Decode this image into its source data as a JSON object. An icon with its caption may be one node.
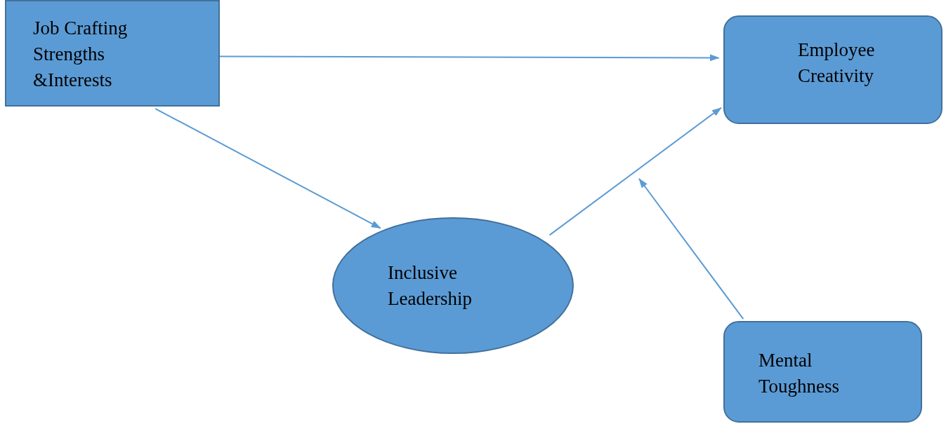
{
  "diagram": {
    "nodes": [
      {
        "text": [
          "Job Crafting Strengths &Interests"
        ]
      },
      {
        "text": [
          "Employee Creativity"
        ]
      },
      {
        "text": [
          "Inclusive Leadership"
        ]
      },
      {
        "text": [
          "Mental Toughness"
        ]
      }
    ],
    "edges": [
      {
        "from": 0,
        "to": 1,
        "arrow": "to"
      },
      {
        "from": 0,
        "to": 2,
        "arrow": "to"
      },
      {
        "from": 2,
        "to": 1,
        "arrow": "to"
      },
      {
        "from": 3,
        "to": null,
        "arrow": "to"
      }
    ]
  }
}
